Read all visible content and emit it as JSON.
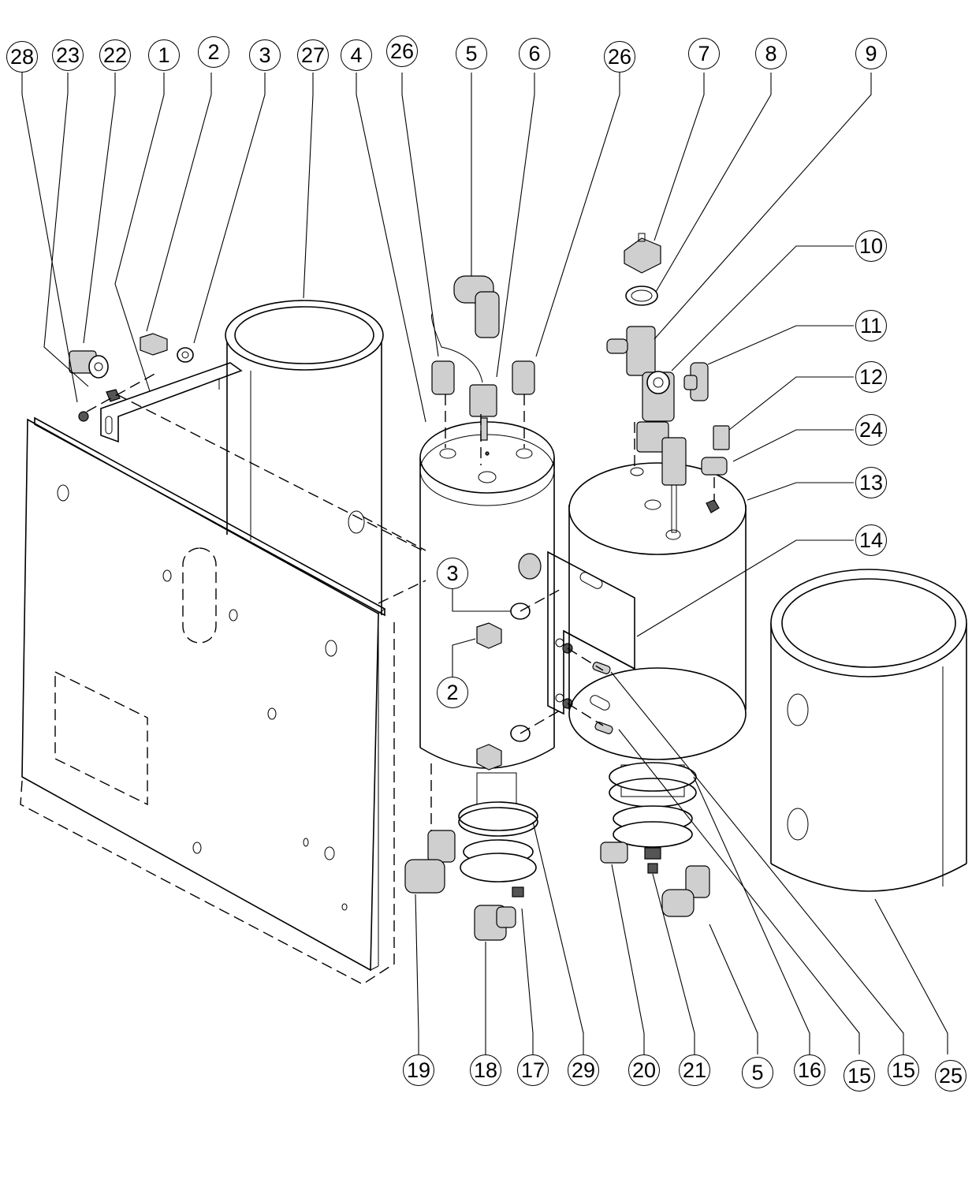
{
  "callouts": {
    "c_28": "28",
    "c_23": "23",
    "c_22": "22",
    "c_1": "1",
    "c_2_top": "2",
    "c_3_top": "3",
    "c_27": "27",
    "c_4": "4",
    "c_26_left": "26",
    "c_5_top": "5",
    "c_6": "6",
    "c_26_right": "26",
    "c_7": "7",
    "c_8": "8",
    "c_9": "9",
    "c_10": "10",
    "c_11": "11",
    "c_12": "12",
    "c_24": "24",
    "c_13": "13",
    "c_14": "14",
    "c_3_mid": "3",
    "c_2_mid": "2",
    "c_19": "19",
    "c_18": "18",
    "c_17": "17",
    "c_29": "29",
    "c_20": "20",
    "c_21": "21",
    "c_5_bottom": "5",
    "c_16": "16",
    "c_15_a": "15",
    "c_15_b": "15",
    "c_25": "25"
  }
}
